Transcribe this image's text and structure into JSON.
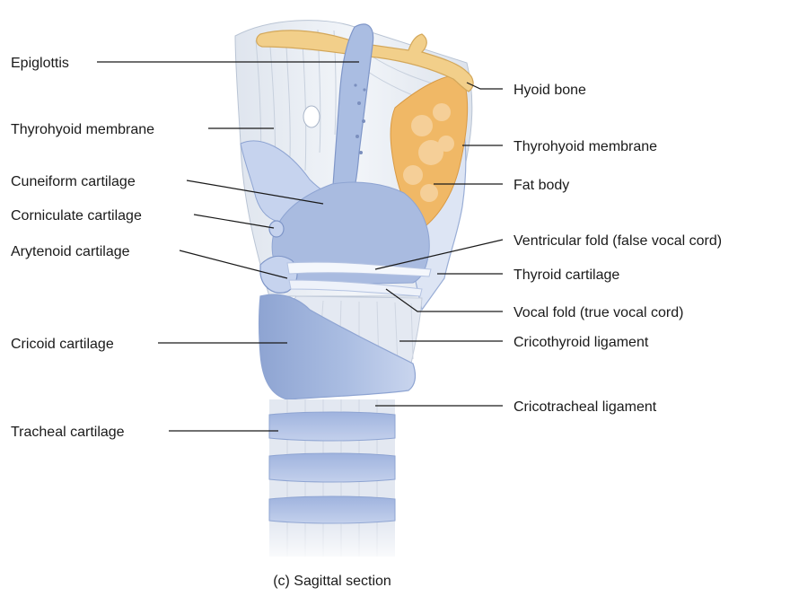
{
  "figure": {
    "caption": "(c) Sagittal section",
    "colors": {
      "cartilage": "#a9bbe0",
      "cartilage_dark": "#8ea4d2",
      "cartilage_light": "#d4def2",
      "membrane": "#e6ebf2",
      "fat": "#f0b866",
      "bone": "#f2cf8a",
      "line": "#1a1a1a"
    }
  },
  "labels": {
    "left": [
      {
        "id": "epiglottis",
        "text": "Epiglottis"
      },
      {
        "id": "thyrohyoid-membrane-left",
        "text": "Thyrohyoid membrane"
      },
      {
        "id": "cuneiform-cartilage",
        "text": "Cuneiform cartilage"
      },
      {
        "id": "corniculate-cartilage",
        "text": "Corniculate cartilage"
      },
      {
        "id": "arytenoid-cartilage",
        "text": "Arytenoid cartilage"
      },
      {
        "id": "cricoid-cartilage",
        "text": "Cricoid cartilage"
      },
      {
        "id": "tracheal-cartilage",
        "text": "Tracheal cartilage"
      }
    ],
    "right": [
      {
        "id": "hyoid-bone",
        "text": "Hyoid bone"
      },
      {
        "id": "thyrohyoid-membrane-right",
        "text": "Thyrohyoid membrane"
      },
      {
        "id": "fat-body",
        "text": "Fat body"
      },
      {
        "id": "ventricular-fold",
        "text": "Ventricular fold (false vocal cord)"
      },
      {
        "id": "thyroid-cartilage",
        "text": "Thyroid cartilage"
      },
      {
        "id": "vocal-fold",
        "text": "Vocal fold (true vocal cord)"
      },
      {
        "id": "cricothyroid-ligament",
        "text": "Cricothyroid ligament"
      },
      {
        "id": "cricotracheal-ligament",
        "text": "Cricotracheal ligament"
      }
    ]
  }
}
